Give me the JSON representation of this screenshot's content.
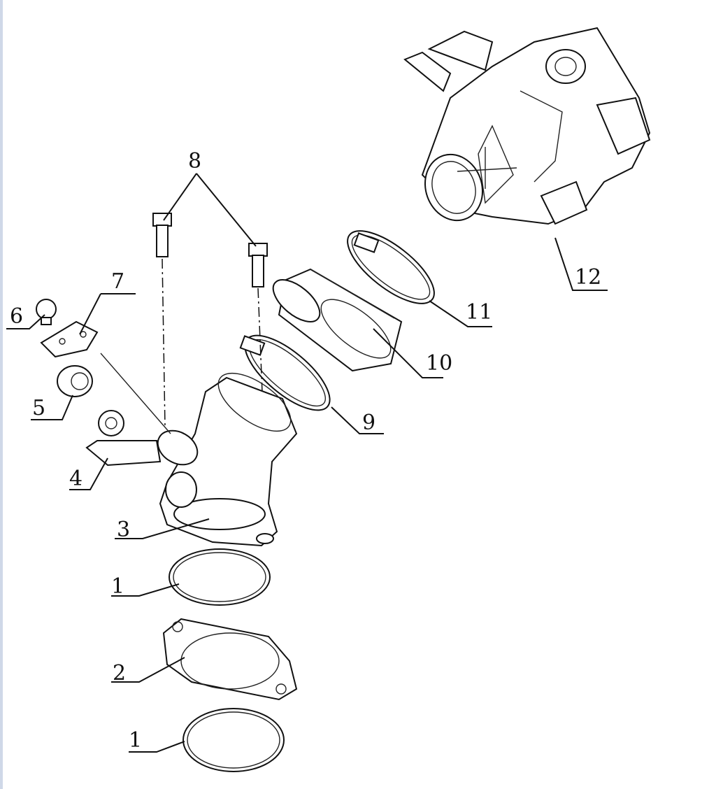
{
  "diagram": {
    "type": "exploded-parts-view",
    "labels": {
      "part_1_top": "1",
      "part_1_bottom": "1",
      "part_2": "2",
      "part_3": "3",
      "part_4": "4",
      "part_5": "5",
      "part_6": "6",
      "part_7": "7",
      "part_8": "8",
      "part_9": "9",
      "part_10": "10",
      "part_11": "11",
      "part_12": "12"
    }
  }
}
